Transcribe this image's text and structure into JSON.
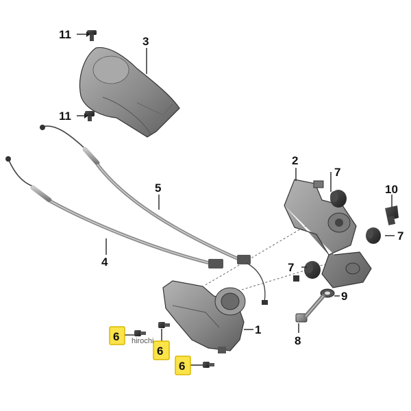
{
  "callouts": {
    "c1": "1",
    "c2": "2",
    "c3": "3",
    "c4": "4",
    "c5": "5",
    "c6a": "6",
    "c6b": "6",
    "c6c": "6",
    "c7a": "7",
    "c7b": "7",
    "c7c": "7",
    "c8": "8",
    "c9": "9",
    "c10": "10",
    "c11a": "11",
    "c11b": "11"
  },
  "watermark": "hirochi",
  "colors": {
    "highlight": "#fbe34a",
    "part_grey": "#8c8c8c",
    "part_dark": "#3a3a3a"
  }
}
